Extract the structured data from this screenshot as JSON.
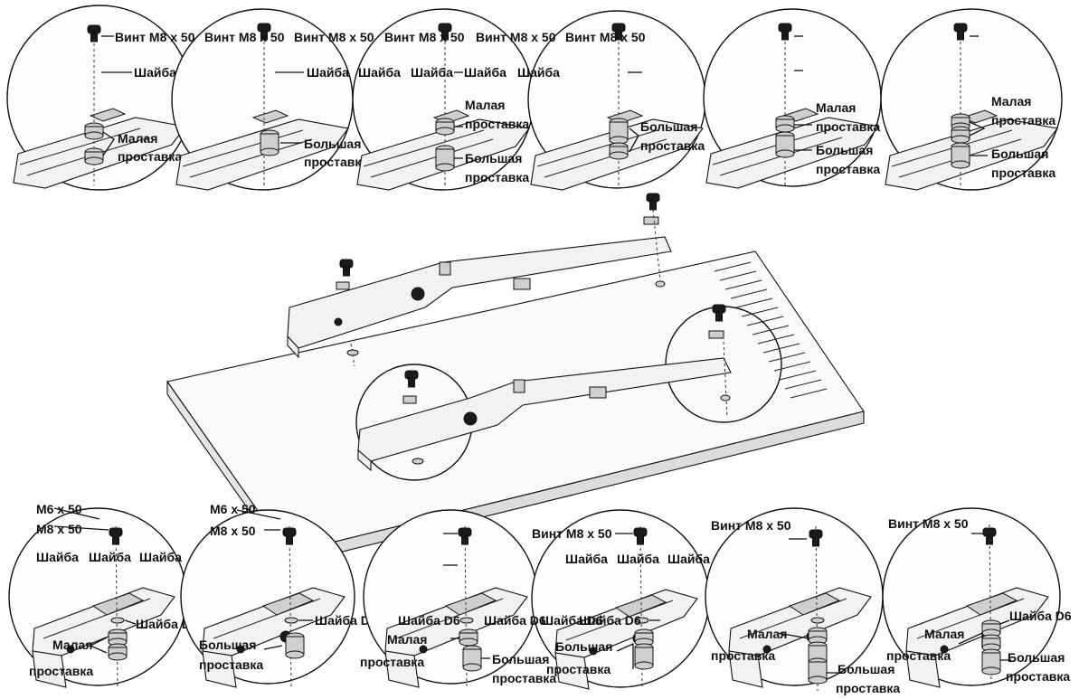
{
  "labels": {
    "screw_m8x50": "Винт M8 x 50",
    "washer": "Шайба",
    "small_spacer_1": "Малая",
    "small_spacer_2": "проставка",
    "big_spacer_1": "Большая",
    "big_spacer_2": "проставка",
    "m6x50": "M6 x 50",
    "m8x50": "M8 x 50",
    "washer_d6": "Шайба D6"
  }
}
